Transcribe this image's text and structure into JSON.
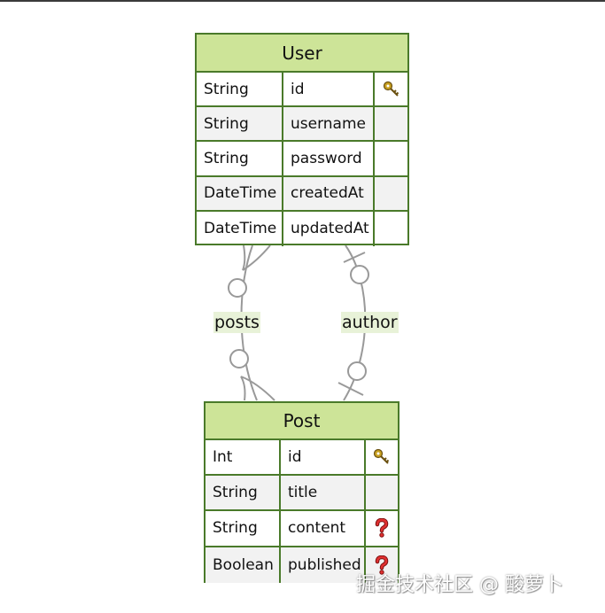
{
  "entities": {
    "user": {
      "name": "User",
      "fields": [
        {
          "type": "String",
          "name": "id",
          "marker": "key-icon"
        },
        {
          "type": "String",
          "name": "username",
          "marker": ""
        },
        {
          "type": "String",
          "name": "password",
          "marker": ""
        },
        {
          "type": "DateTime",
          "name": "createdAt",
          "marker": ""
        },
        {
          "type": "DateTime",
          "name": "updatedAt",
          "marker": ""
        }
      ]
    },
    "post": {
      "name": "Post",
      "fields": [
        {
          "type": "Int",
          "name": "id",
          "marker": "key-icon"
        },
        {
          "type": "String",
          "name": "title",
          "marker": ""
        },
        {
          "type": "String",
          "name": "content",
          "marker": "question-icon"
        },
        {
          "type": "Boolean",
          "name": "published",
          "marker": "question-icon"
        }
      ]
    }
  },
  "relations": {
    "posts": "posts",
    "author": "author"
  },
  "colors": {
    "header_bg": "#cde498",
    "border": "#4a7a2a",
    "edge": "#999999",
    "label_bg": "#e8f2d8",
    "alt_row": "#f2f2f2"
  },
  "watermark": "掘金技术社区 @ 酸萝卜"
}
